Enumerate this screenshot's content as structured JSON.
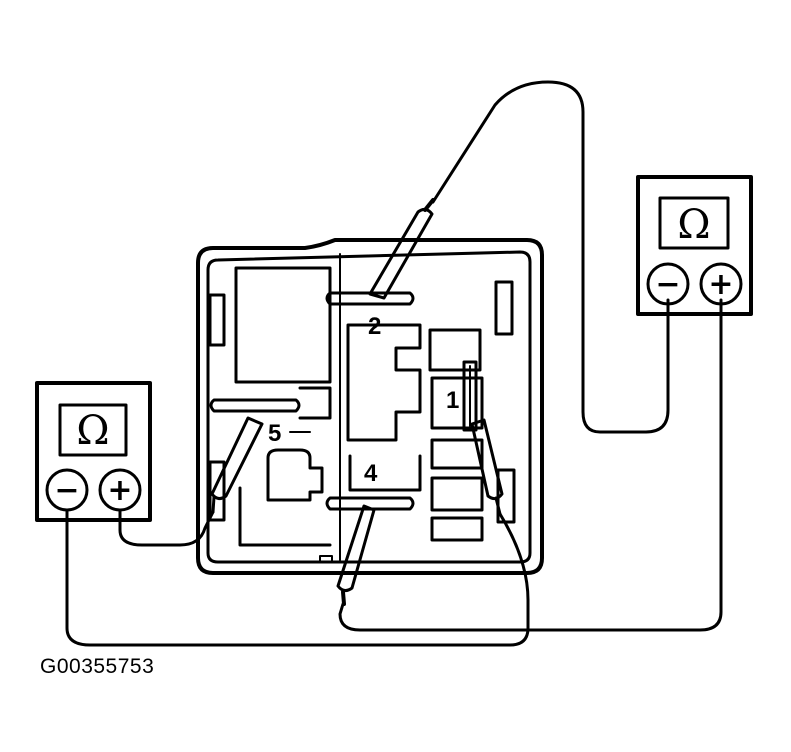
{
  "figure_id": "G00355753",
  "terminals": {
    "t1": "1",
    "t2": "2",
    "t4": "4",
    "t5": "5"
  },
  "meters": {
    "left": {
      "display": "Ω",
      "negative": "−",
      "positive": "+"
    },
    "right": {
      "display": "Ω",
      "negative": "−",
      "positive": "+"
    }
  }
}
